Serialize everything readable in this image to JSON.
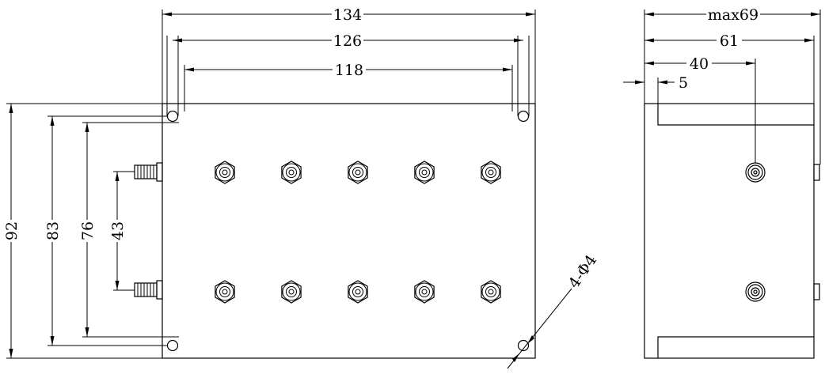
{
  "drawing": {
    "front_view": {
      "width_dims": [
        "134",
        "126",
        "118"
      ],
      "height_dims": [
        "92",
        "83",
        "76",
        "43"
      ],
      "hole_callout": "4-Φ4"
    },
    "side_view": {
      "depth_dims": [
        "max69",
        "61",
        "40",
        "5"
      ]
    }
  }
}
